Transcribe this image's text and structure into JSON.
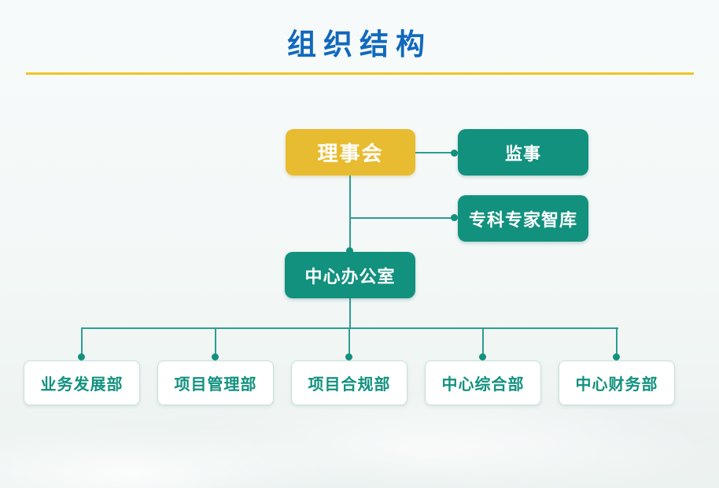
{
  "page": {
    "title": "组织结构"
  },
  "colors": {
    "title_blue": "#1169BD",
    "gold_accent": "#F0C324",
    "gold_node": "#E8BC31",
    "teal_node": "#12917E",
    "connector_teal": "#2E9C92",
    "dept_border": "#C5E0DB",
    "background": "#F3F8F7"
  },
  "org_chart": {
    "nodes": {
      "board": {
        "label": "理事会"
      },
      "supervisor": {
        "label": "监事"
      },
      "think_tank": {
        "label": "专科专家智库"
      },
      "center_office": {
        "label": "中心办公室"
      },
      "departments": [
        {
          "label": "业务发展部"
        },
        {
          "label": "项目管理部"
        },
        {
          "label": "项目合规部"
        },
        {
          "label": "中心综合部"
        },
        {
          "label": "中心财务部"
        }
      ]
    }
  }
}
